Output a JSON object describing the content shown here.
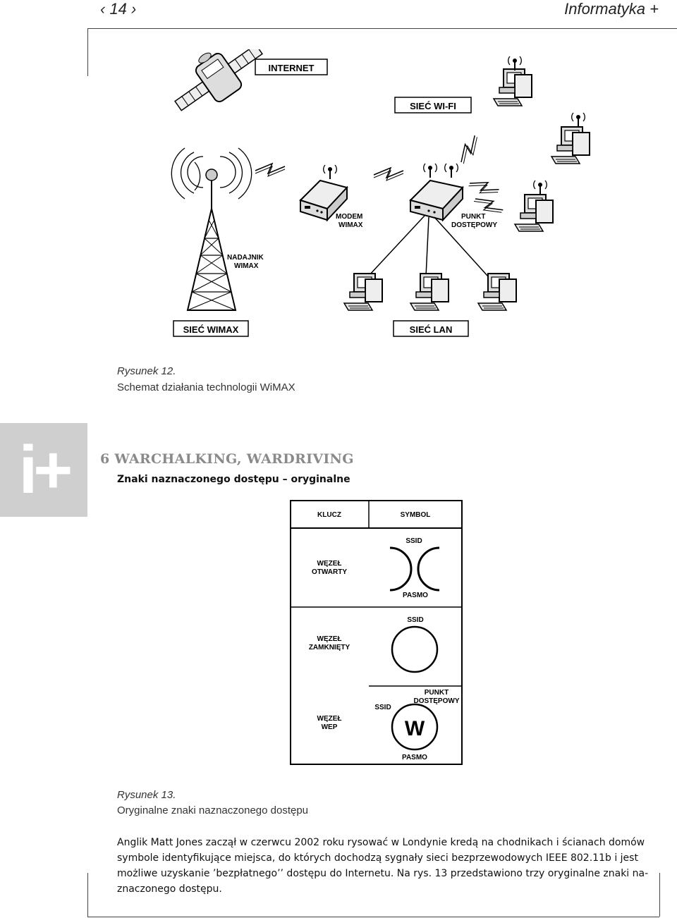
{
  "header": {
    "page_number": "‹ 14 ›",
    "magazine": "Informatyka +"
  },
  "figure12": {
    "labels": {
      "internet": "INTERNET",
      "wifi": "SIEĆ WI-FI",
      "modem_line1": "MODEM",
      "modem_line2": "WIMAX",
      "ap_line1": "PUNKT",
      "ap_line2": "DOSTĘPOWY",
      "tx_line1": "NADAJNIK",
      "tx_line2": "WIMAX",
      "wimax_net": "SIEĆ WIMAX",
      "lan": "SIEĆ LAN"
    },
    "caption_label": "Rysunek 12.",
    "caption_text": "Schemat działania technologii WiMAX"
  },
  "side_tab": {
    "text": "i+"
  },
  "section": {
    "title": "6 WARCHALKING, WARDRIVING",
    "subtitle": "Znaki naznaczonego dostępu – oryginalne"
  },
  "figure13": {
    "header_key": "KLUCZ",
    "header_symbol": "SYMBOL",
    "rows": [
      {
        "key_line1": "WĘZEŁ",
        "key_line2": "OTWARTY",
        "top": "SSID",
        "bottom": "PASMO"
      },
      {
        "key_line1": "WĘZEŁ",
        "key_line2": "ZAMKNIĘTY",
        "top": "SSID"
      },
      {
        "key_line1": "WĘZEŁ",
        "key_line2": "WEP",
        "left": "SSID",
        "top_line1": "PUNKT",
        "top_line2": "DOSTĘPOWY",
        "letter": "W",
        "bottom": "PASMO"
      }
    ],
    "caption_label": "Rysunek 13.",
    "caption_text": "Oryginalne znaki naznaczonego dostępu"
  },
  "body": {
    "lines": [
      "Anglik Matt Jones zaczął w czerwcu 2002 roku rysować w Londynie kredą na chodnikach i ścianach domów",
      "symbole identyfikujące miejsca, do których dochodzą sygnały sieci bezprzewodowych IEEE 802.11b i jest",
      "możliwe uzyskanie ’bezpłatnego’’ dostępu do Internetu. Na rys. 13 przedstawiono trzy oryginalne znaki na-",
      "znaczonego dostępu."
    ]
  }
}
